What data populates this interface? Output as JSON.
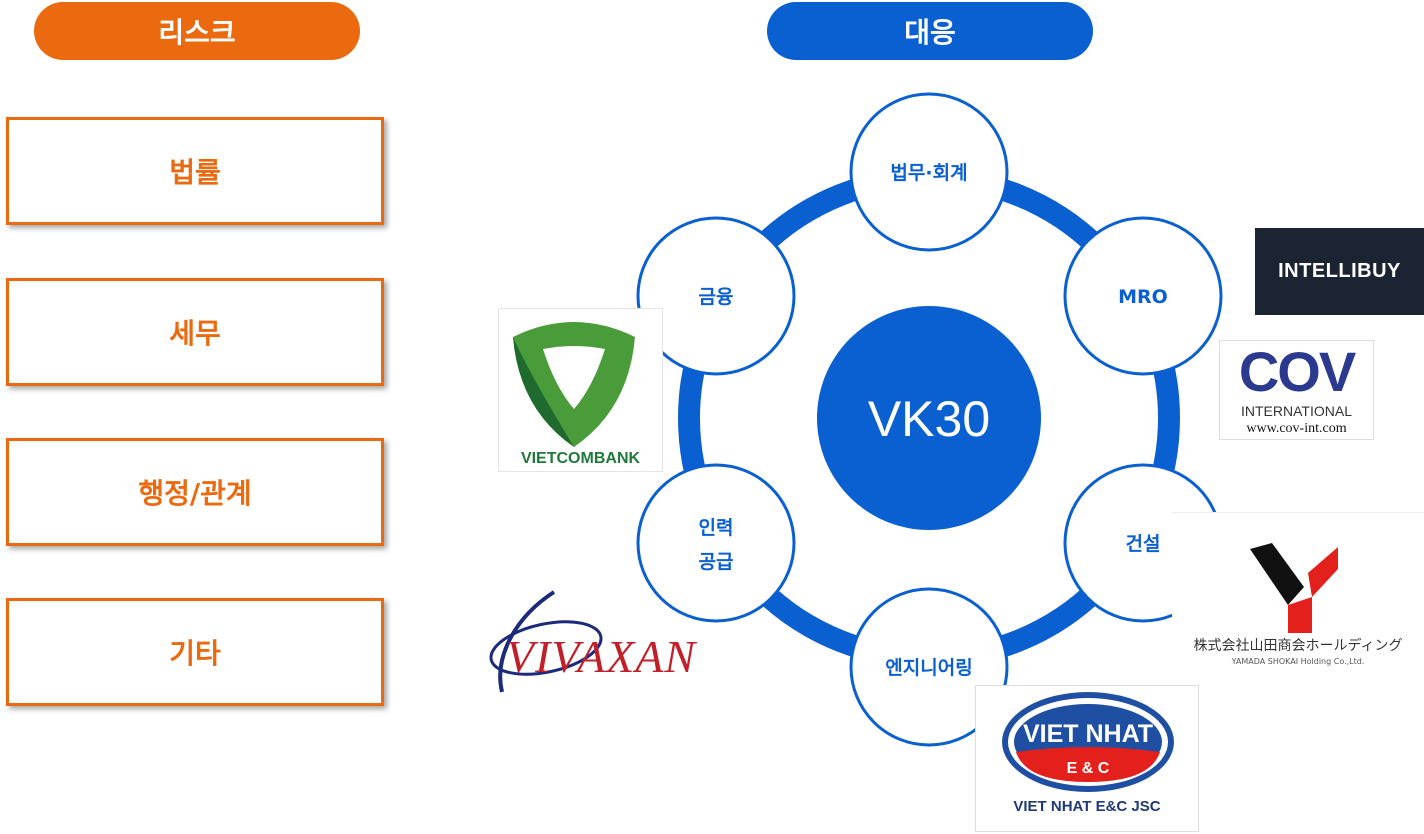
{
  "headers": {
    "risk": "리스크",
    "response": "대응"
  },
  "risks": [
    "법률",
    "세무",
    "행정/관계",
    "기타"
  ],
  "center": {
    "label": "VK30"
  },
  "nodes": {
    "legal": "법무·회계",
    "mro": "MRO",
    "construction": "건설",
    "engineering": "엔지니어링",
    "labor_line1": "인력",
    "labor_line2": "공급",
    "finance": "금융"
  },
  "logos": {
    "intellibuy": "INTELLIBUY",
    "cov_main": "COV",
    "cov_sub": "INTERNATIONAL",
    "cov_url": "www.cov-int.com",
    "yamada_jp": "株式会社山田商会ホールディング",
    "yamada_en": "YAMADA SHOKAI Holding Co.,Ltd.",
    "vietnhat_top": "VIET NHAT",
    "vietnhat_mid": "E & C",
    "vietnhat_bottom": "VIET NHAT E&C JSC",
    "vivaxan": "VIVAXAN",
    "vietcombank": "VIETCOMBANK"
  },
  "colors": {
    "orange": "#ec6a0f",
    "blue": "#0a5fd1",
    "vcb_green": "#1f7a3a",
    "vivaxan_red": "#c0202a",
    "vivaxan_navy": "#1b2a7a"
  }
}
